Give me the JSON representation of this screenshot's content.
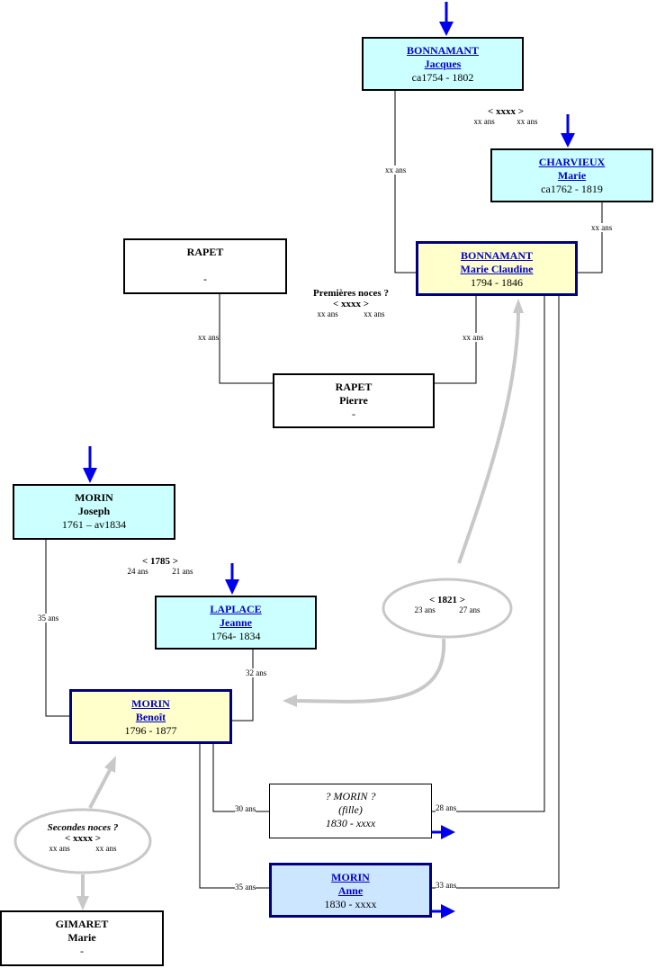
{
  "people": {
    "jacques": {
      "name": "BONNAMANT",
      "first": "Jacques",
      "dates": "ca1754 - 1802"
    },
    "marie_charvieux": {
      "name": "CHARVIEUX",
      "first": "Marie",
      "dates": "ca1762 - 1819"
    },
    "rapet_parent": {
      "name": "RAPET",
      "first": "",
      "dates": "-"
    },
    "marie_claudine": {
      "name": "BONNAMANT",
      "first": "Marie Claudine",
      "dates": "1794 - 1846"
    },
    "pierre_rapet": {
      "name": "RAPET",
      "first": "Pierre",
      "dates": "-"
    },
    "joseph_morin": {
      "name": "MORIN",
      "first": "Joseph",
      "dates": "1761 – av1834"
    },
    "jeanne_laplace": {
      "name": "LAPLACE",
      "first": "Jeanne",
      "dates": "1764- 1834"
    },
    "benoit_morin": {
      "name": "MORIN",
      "first": "Benoît",
      "dates": "1796 - 1877"
    },
    "fille_morin": {
      "name": "?  MORIN  ?",
      "first": "(fille)",
      "dates": "1830 - xxxx"
    },
    "anne_morin": {
      "name": "MORIN",
      "first": "Anne",
      "dates": "1830 - xxxx"
    },
    "marie_gimaret": {
      "name": "GIMARET",
      "first": "Marie",
      "dates": "-"
    }
  },
  "marriages": {
    "bonnamant_charvieux": {
      "title": "< xxxx >",
      "age1": "xx ans",
      "age2": "xx ans"
    },
    "premieres_noces": {
      "prefix": "Premières noces ?",
      "title": "< xxxx >",
      "age1": "xx ans",
      "age2": "xx ans"
    },
    "morin_laplace": {
      "title": "< 1785 >",
      "age1": "24 ans",
      "age2": "21 ans"
    },
    "morin_bonnamant": {
      "title": "< 1821 >",
      "age1": "23 ans",
      "age2": "27 ans"
    },
    "secondes_noces": {
      "prefix": "Secondes noces ?",
      "title": "< xxxx >",
      "age1": "xx ans",
      "age2": "xx ans"
    }
  },
  "ages": {
    "jacques_at_child": "xx ans",
    "charvieux_at_child": "xx ans",
    "rapet_parent_at_child": "xx ans",
    "claudine_at_pierre": "xx ans",
    "joseph_at_child": "35 ans",
    "jeanne_at_child": "32 ans",
    "benoit_at_fille": "30 ans",
    "claudine_at_fille": "28 ans",
    "benoit_at_anne": "35 ans",
    "claudine_at_anne": "33 ans"
  },
  "colors": {
    "arrow_blue": "#0000ee",
    "arrow_gray": "#c8c8c8",
    "box_cyan": "#ccffff",
    "box_yellow": "#ffffcc",
    "box_lightblue": "#cce6ff",
    "link_blue": "#0000cc"
  }
}
